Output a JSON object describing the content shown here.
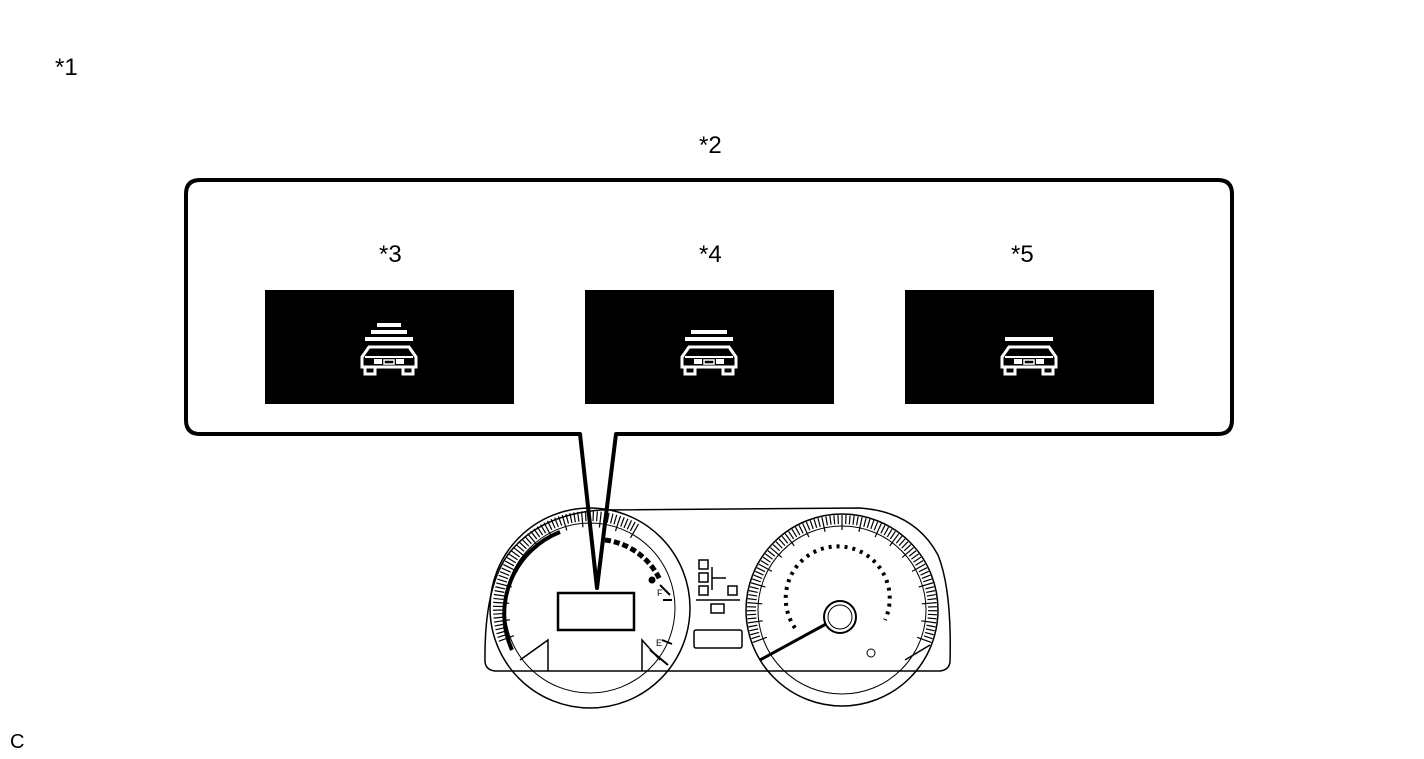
{
  "labels": {
    "meter": "*1",
    "callout": "*2",
    "display_a": "*3",
    "display_b": "*4",
    "display_c": "*5",
    "corner": "C"
  },
  "icons": {
    "display_a": "vehicle-distance-long-icon",
    "display_b": "vehicle-distance-middle-icon",
    "display_c": "vehicle-distance-short-icon",
    "meter": "combination-meter-icon"
  },
  "colors": {
    "line": "#000000",
    "display_bg": "#000000",
    "display_fg": "#ffffff"
  },
  "display_bar_counts": {
    "display_a": 3,
    "display_b": 2,
    "display_c": 1
  }
}
